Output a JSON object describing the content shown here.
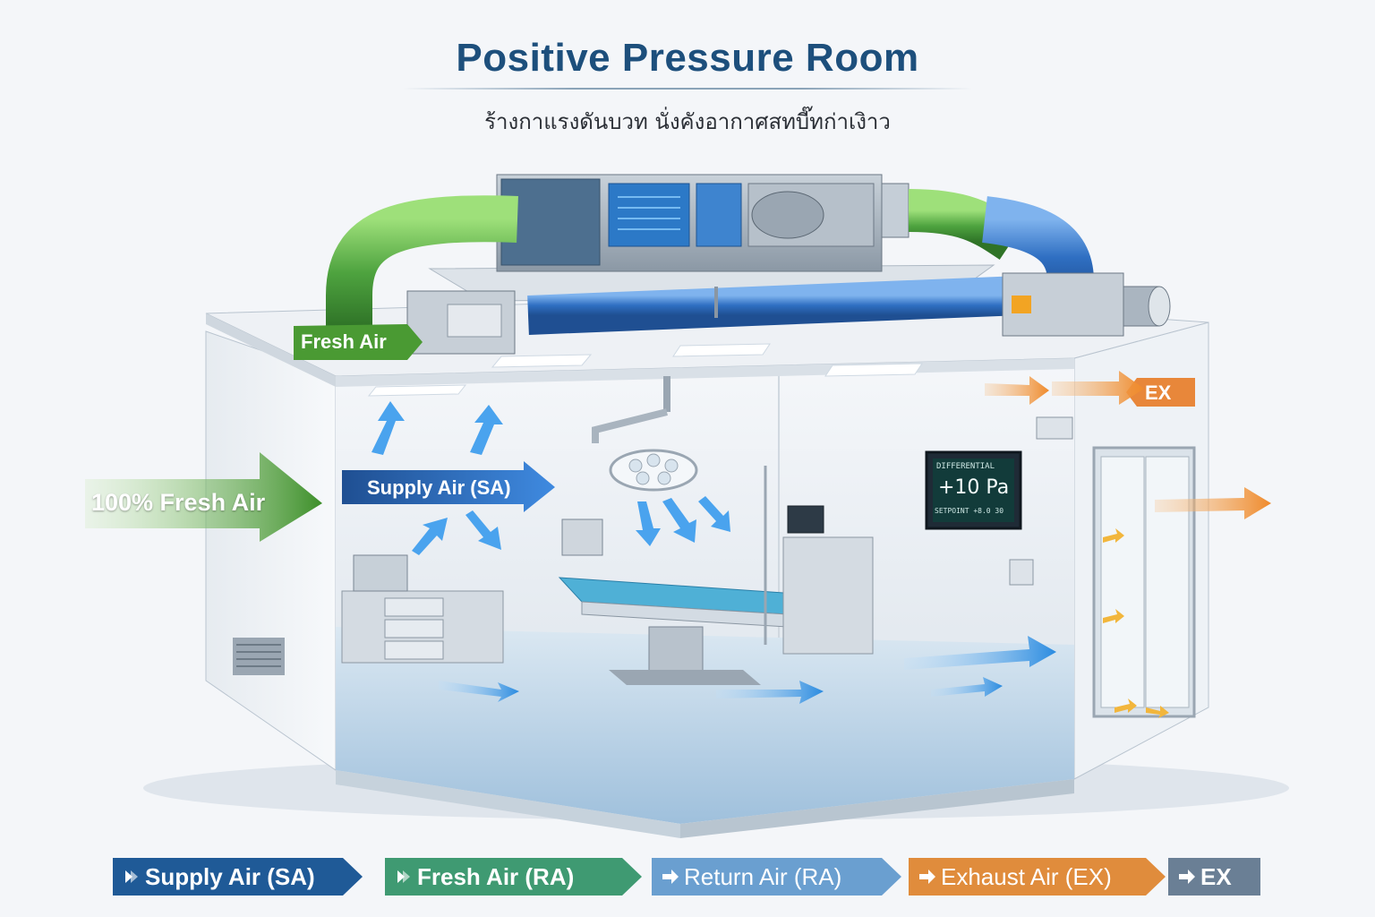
{
  "header": {
    "title": "Positive Pressure Room",
    "subtitle": "ร้างกาแรงดันบวท นั่งคังอากาศสทบี๊ทก่าเงิาว"
  },
  "labels": {
    "fresh_air_roof": "Fresh Air",
    "fresh_air_100": "100% Fresh Air",
    "supply_air": "Supply Air (SA)",
    "exhaust_tag": "EX"
  },
  "monitor": {
    "heading": "DIFFERENTIAL",
    "value": "+10 Pa",
    "setpoint": "SETPOINT +8.0 30"
  },
  "legend": [
    {
      "label": "Supply Air (SA)",
      "color": "#1f5a97"
    },
    {
      "label": "Fresh Air (RA)",
      "color": "#3f9a72"
    },
    {
      "label": "Return Air (RA)",
      "color": "#6a9fd0"
    },
    {
      "label": "Exhaust Air (EX)",
      "color": "#e08c3c"
    },
    {
      "label": "EX",
      "color": "#6a7f95"
    }
  ],
  "colors": {
    "supply": "#2f7fd0",
    "fresh": "#4a9a33",
    "exhaust": "#ef8a2b",
    "duct_blue": "#3d7fd1",
    "duct_green": "#4ea33f"
  }
}
